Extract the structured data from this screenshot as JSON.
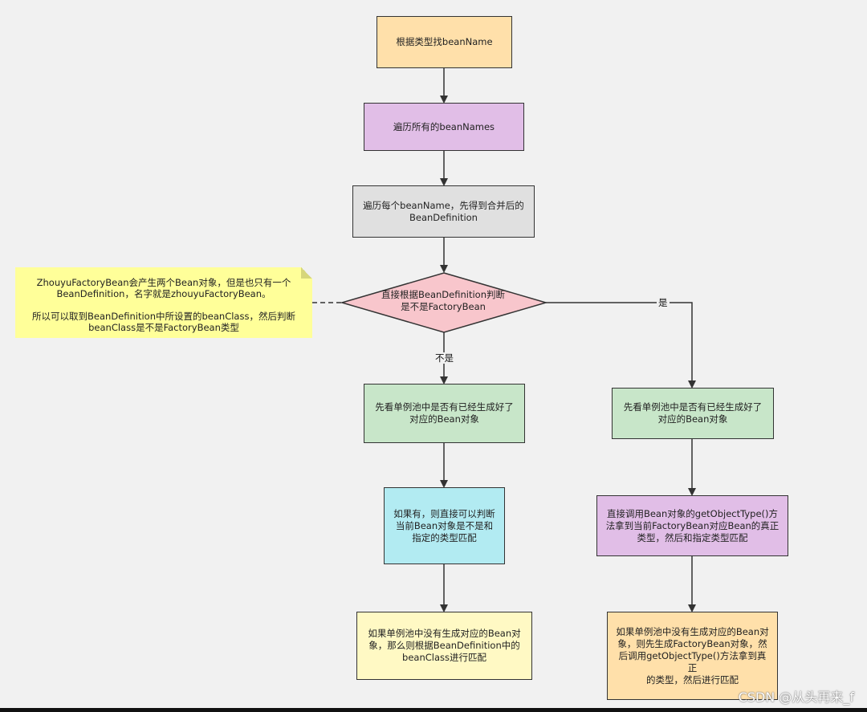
{
  "nodes": {
    "find_bean_name": "根据类型找beanName",
    "iterate_all_names": "遍历所有的beanNames",
    "iterate_each_name": "遍历每个beanName，先得到合并后的\nBeanDefinition",
    "decision": "直接根据BeanDefinition判断\n是不是FactoryBean",
    "left_check_singleton": "先看单例池中是否有已经生成好了\n对应的Bean对象",
    "left_match_direct": "如果有，则直接可以判断\n当前Bean对象是不是和\n指定的类型匹配",
    "left_match_class": "如果单例池中没有生成对应的Bean对\n象，那么则根据BeanDefinition中的\nbeanClass进行匹配",
    "right_check_singleton": "先看单例池中是否有已经生成好了\n对应的Bean对象",
    "right_get_object_type": "直接调用Bean对象的getObjectType()方\n法拿到当前FactoryBean对应Bean的真正\n类型，然后和指定类型匹配",
    "right_create_factory_bean": "如果单例池中没有生成对应的Bean对\n象，则先生成FactoryBean对象，然\n后调用getObjectType()方法拿到真正\n的类型，然后进行匹配"
  },
  "note": {
    "line1": "ZhouyuFactoryBean会产生两个Bean对象，但是也只有一个\nBeanDefinition，名字就是zhouyuFactoryBean。",
    "line2": "所以可以取到BeanDefinition中所设置的beanClass，然后判断\nbeanClass是不是FactoryBean类型"
  },
  "edges": {
    "yes": "是",
    "no": "不是"
  },
  "watermark": "CSDN @从头再来_f",
  "colors": {
    "orange": "#ffe0aa",
    "purple": "#e1bee7",
    "gray": "#e0e0e0",
    "pink": "#f8c6cc",
    "green": "#c8e6c9",
    "cyan": "#b2ebf2",
    "yellow": "#fff9c4",
    "note": "#ffff99"
  }
}
